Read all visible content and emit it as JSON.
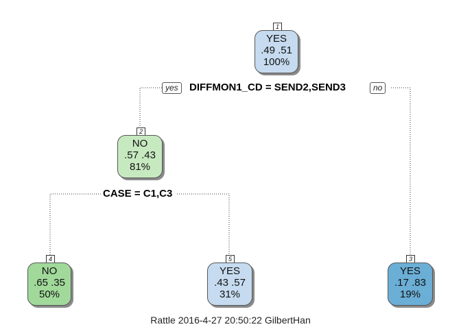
{
  "nodes": {
    "n1": {
      "number": "1",
      "label": "YES",
      "probs": ".49  .51",
      "pct": "100%",
      "color": "#c6dbef"
    },
    "n2": {
      "number": "2",
      "label": "NO",
      "probs": ".57  .43",
      "pct": "81%",
      "color": "#c7e9c0"
    },
    "n3": {
      "number": "3",
      "label": "YES",
      "probs": ".17  .83",
      "pct": "19%",
      "color": "#6baed6"
    },
    "n4": {
      "number": "4",
      "label": "NO",
      "probs": ".65  .35",
      "pct": "50%",
      "color": "#a1d99b"
    },
    "n5": {
      "number": "5",
      "label": "YES",
      "probs": ".43  .57",
      "pct": "31%",
      "color": "#c6dbef"
    }
  },
  "splits": {
    "root": "DIFFMON1_CD = SEND2,SEND3",
    "node2": "CASE = C1,C3"
  },
  "branch_labels": {
    "yes": "yes",
    "no": "no"
  },
  "footer": "Rattle 2016-4-27 20:50:22 GilbertHan"
}
